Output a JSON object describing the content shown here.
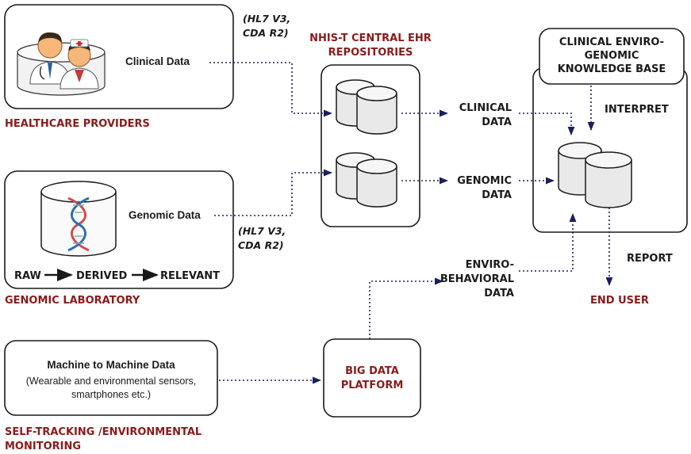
{
  "providers": {
    "heading": "HEALTHCARE PROVIDERS",
    "data_label": "Clinical Data"
  },
  "hl7_top": {
    "line1": "(HL7 V3,",
    "line2": "CDA R2)"
  },
  "hl7_bottom": {
    "line1": "(HL7 V3,",
    "line2": "CDA R2)"
  },
  "repositories": {
    "line1": "NHIS-T CENTRAL EHR",
    "line2": "REPOSITORIES"
  },
  "clinical_out": {
    "line1": "CLINICAL",
    "line2": "DATA"
  },
  "genomic_out": {
    "line1": "GENOMIC",
    "line2": "DATA"
  },
  "knowledge_base": {
    "line1": "CLINICAL ENVIRO-",
    "line2": "GENOMIC",
    "line3": "KNOWLEDGE BASE"
  },
  "interpret": "INTERPRET",
  "report": "REPORT",
  "end_user": "END USER",
  "lab": {
    "heading": "GENOMIC LABORATORY",
    "data_label": "Genomic Data",
    "raw": "RAW",
    "derived": "DERIVED",
    "relevant": "RELEVANT"
  },
  "enviro": {
    "line1": "ENVIRO-",
    "line2": "BEHAVIORAL",
    "line3": "DATA"
  },
  "m2m": {
    "title": "Machine to Machine Data",
    "line2": "(Wearable and environmental sensors,",
    "line3": "smartphones etc.)"
  },
  "big_data": {
    "line1": "BIG DATA",
    "line2": "PLATFORM"
  },
  "self_tracking": {
    "line1": "SELF-TRACKING /ENVIRONMENTAL",
    "line2": "MONITORING"
  },
  "colors": {
    "heading_red": "#8b1a1a",
    "arrow_navy": "#1b1f5e",
    "ink": "#1a1a1a"
  }
}
